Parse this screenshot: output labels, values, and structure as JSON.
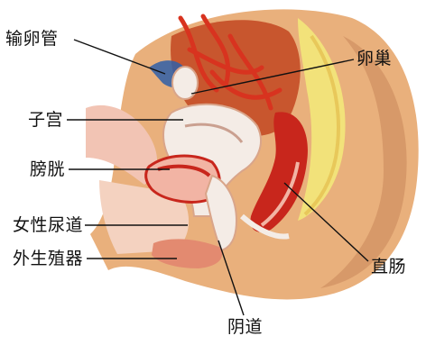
{
  "labels": {
    "fallopian_tube": "输卵管",
    "ovary": "卵巢",
    "uterus": "子宫",
    "bladder": "膀胱",
    "urethra": "女性尿道",
    "external_genitalia": "外生殖器",
    "rectum": "直肠",
    "vagina": "阴道"
  },
  "colors": {
    "background": "#ffffff",
    "skin": "#e9b07c",
    "skin_shadow": "#c9865a",
    "tissue_pink": "#f2c4b4",
    "organ_white": "#f4ece6",
    "vessel_red": "#d8331f",
    "organ_red": "#c8261c",
    "spine_yellow": "#f2e27a",
    "leader_line": "#111111",
    "label_text": "#111111"
  }
}
